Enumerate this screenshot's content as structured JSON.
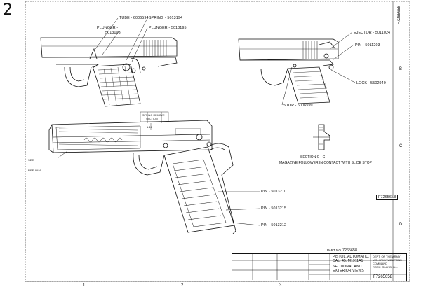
{
  "sheet": {
    "number": "2"
  },
  "drawing": {
    "number": "F7265658",
    "part_no_label": "PART NO.",
    "part_no_value": "7265658"
  },
  "callouts": {
    "tube": "TUBE - 6006594",
    "spring": "SPRING - 5013194",
    "plunger_left_1": "PLUNGER -",
    "plunger_left_2": "5013193",
    "plunger_right": "PLUNGER - 5013195",
    "ejector": "EJECTOR - 5011024",
    "pin_203": "PIN - 5011203",
    "lock": "LOCK - 5502940",
    "stop": "STOP - 6006599",
    "pin_210": "PIN - 5013210",
    "pin_215": "PIN - 5013215",
    "pin_212": "PIN - 5013212",
    "small_note_1": "SPRING REMOVE",
    "small_note_2": "SECTION",
    "dim": "1.16",
    "left_note_1": "SEE",
    "left_note_2": "REF. DIM."
  },
  "section": {
    "label": "SECTION  C - C",
    "caption": "MAGAZINE FOLLOWER IN CONTACT WITH SLIDE STOP"
  },
  "title_block": {
    "title_1": "PISTOL, AUTOMATIC,",
    "title_2": "CAL. 45, M1911A1",
    "view_1": "SECTIONAL AND",
    "view_2": "EXTERIOR VIEWS",
    "agency_1": "DEPT. OF THE ARMY",
    "agency_2": "U.S. ARMY WEAPONS",
    "agency_3": "COMMAND",
    "agency_4": "ROCK ISLAND, ILL.",
    "number": "F7265658"
  },
  "margin": {
    "right_b": "B",
    "right_c": "C",
    "right_d": "D",
    "bottom_1": "1",
    "bottom_2": "2",
    "bottom_3": "3"
  }
}
